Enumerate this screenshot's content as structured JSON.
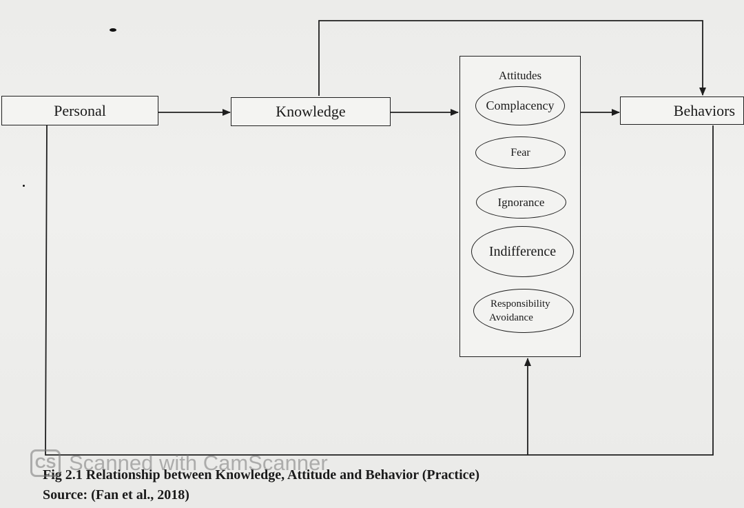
{
  "nodes": {
    "personal": "Personal",
    "knowledge": "Knowledge",
    "behaviors": "Behaviors",
    "attitudes_title": "Attitudes"
  },
  "attitudes": [
    {
      "label": "Complacency"
    },
    {
      "label": "Fear"
    },
    {
      "label": "Ignorance"
    },
    {
      "label": "Indifference"
    },
    {
      "line1": "Responsibility",
      "line2": "Avoidance"
    }
  ],
  "caption": {
    "line1": "Fig 2.1 Relationship between Knowledge, Attitude and Behavior (Practice)",
    "line2": "Source: (Fan et al., 2018)"
  },
  "watermark": {
    "logo": "CS",
    "text": "Scanned with CamScanner"
  }
}
